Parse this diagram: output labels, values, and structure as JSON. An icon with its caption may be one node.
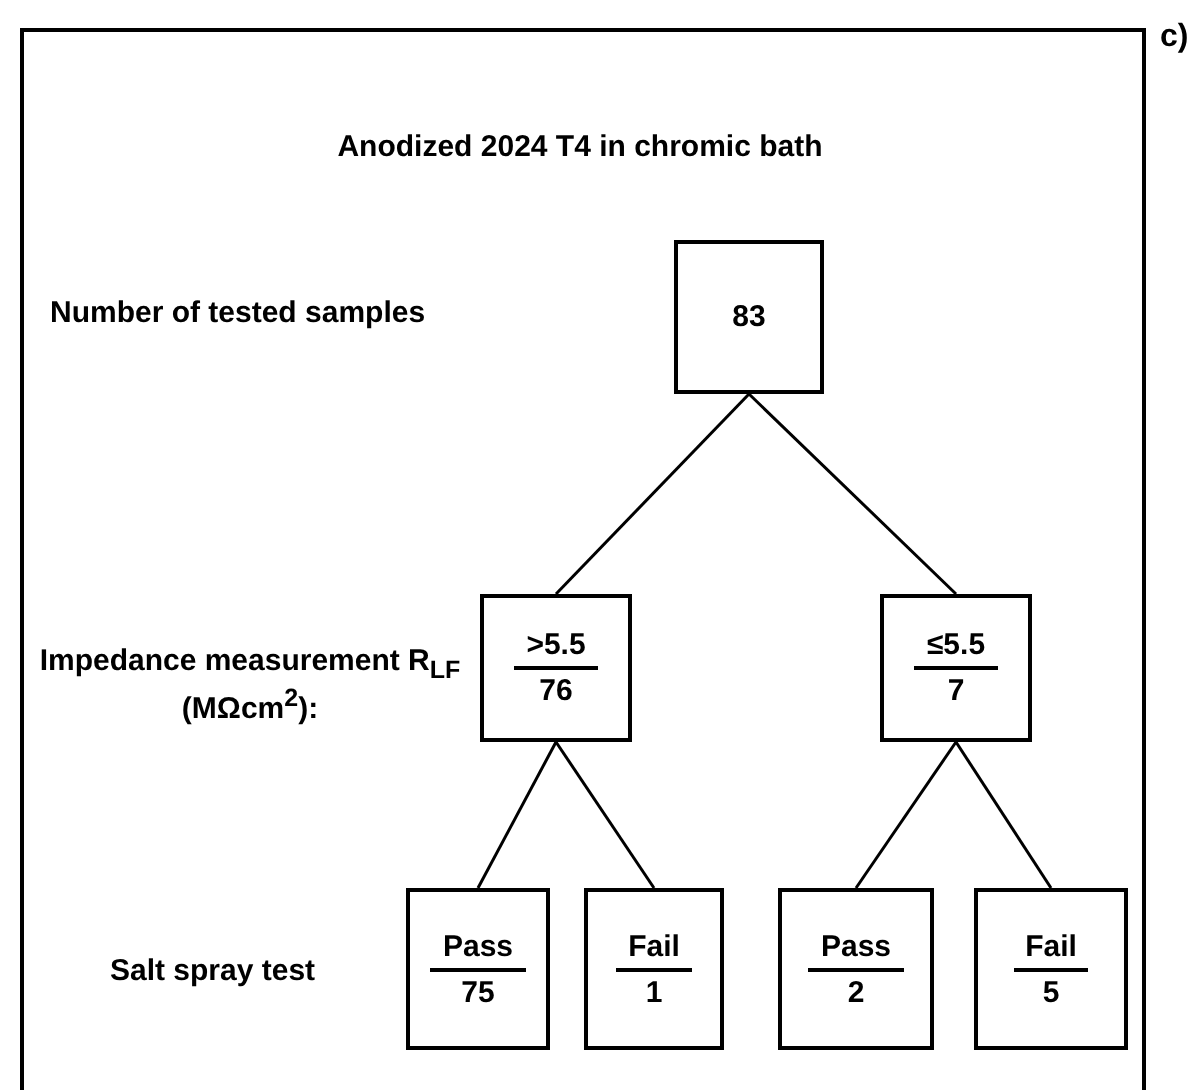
{
  "diagram": {
    "title": "Anodized 2024 T4 in chromic bath",
    "nodes": [
      {
        "text": [
          "83"
        ]
      },
      {
        "text": [
          ">5.5",
          "76"
        ]
      },
      {
        "text": [
          "≤5.5",
          "7"
        ]
      },
      {
        "text": [
          "Pass",
          "75"
        ]
      },
      {
        "text": [
          "Fail",
          "1"
        ]
      },
      {
        "text": [
          "Pass",
          "2"
        ]
      },
      {
        "text": [
          "Fail",
          "5"
        ]
      }
    ],
    "edges": [
      {
        "from": 0,
        "to": 1,
        "arrow": "none"
      },
      {
        "from": 0,
        "to": 2,
        "arrow": "none"
      },
      {
        "from": 1,
        "to": 3,
        "arrow": "none"
      },
      {
        "from": 1,
        "to": 4,
        "arrow": "none"
      },
      {
        "from": 2,
        "to": 5,
        "arrow": "none"
      },
      {
        "from": 2,
        "to": 6,
        "arrow": "none"
      }
    ],
    "labels": [
      "c)",
      "Number of tested samples",
      "Impedance measurement R$_{LF}$ (MΩcm$^{2}$):",
      "Salt spray test"
    ]
  }
}
